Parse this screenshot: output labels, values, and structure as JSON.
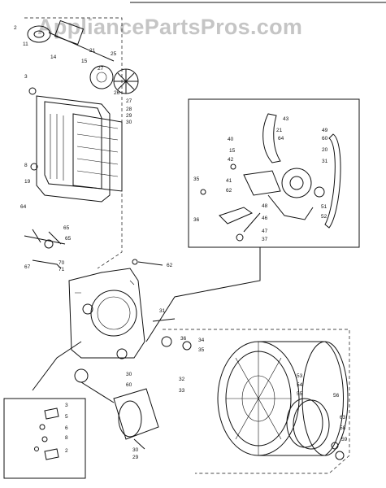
{
  "watermark": "AppliancePartsPros.com",
  "callouts": {
    "upper_left": [
      "2",
      "21",
      "15",
      "27",
      "14",
      "11",
      "25",
      "3",
      "26",
      "27",
      "28",
      "29",
      "30",
      "19",
      "8"
    ],
    "left_mid": [
      "64",
      "65",
      "65",
      "67",
      "70",
      "71",
      "62"
    ],
    "motor_inset": [
      "43",
      "21",
      "64",
      "49",
      "20",
      "40",
      "15",
      "42",
      "41",
      "62",
      "35",
      "36",
      "48",
      "46",
      "47",
      "37",
      "60",
      "31",
      "51",
      "52"
    ],
    "bulkhead": [
      "31",
      "34",
      "35",
      "36",
      "32",
      "33",
      "30",
      "60"
    ],
    "drum": [
      "53",
      "54",
      "55",
      "56",
      "58",
      "63",
      "59"
    ],
    "lower_inset": [
      "3",
      "5",
      "6",
      "8",
      "2"
    ],
    "lower_left": [
      "30",
      "29"
    ]
  }
}
